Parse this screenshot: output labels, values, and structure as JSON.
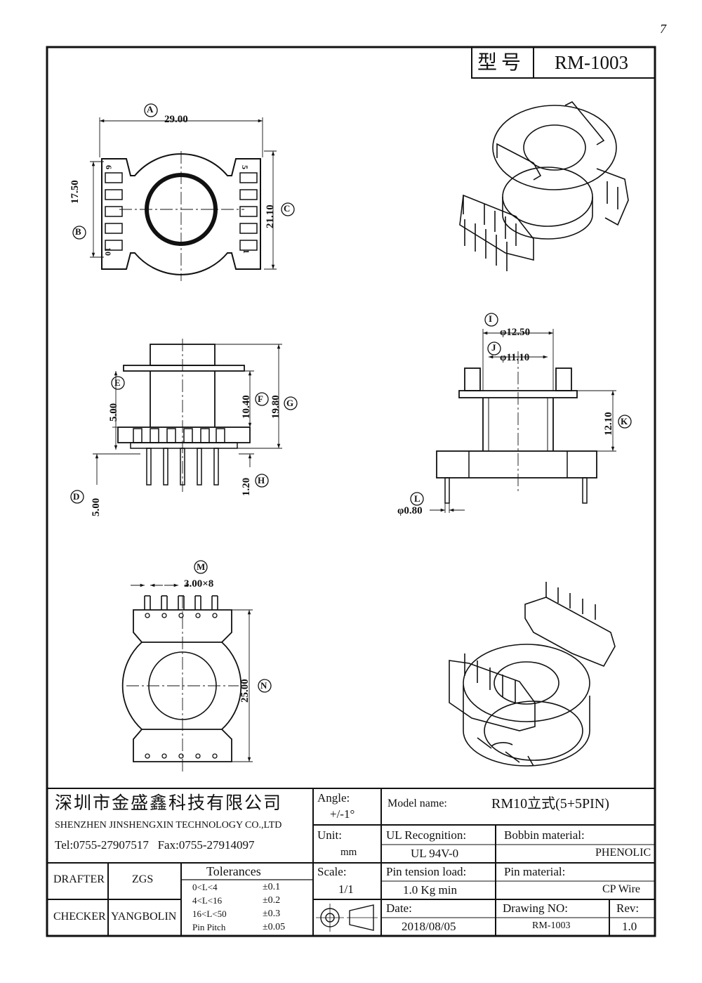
{
  "page_mark": "7",
  "title_block": {
    "model_label": "型号",
    "model_value": "RM-1003"
  },
  "views": {
    "top": {
      "letter_a": "A",
      "letter_b": "B",
      "letter_c": "C",
      "dim_a": "29.00",
      "dim_b": "17.50",
      "dim_c": "21.10",
      "pin_label_left_top": "6",
      "pin_label_right_top": "5",
      "pin_label_left_bottom": "10",
      "pin_label_right_bottom": "1"
    },
    "front": {
      "letter_d": "D",
      "letter_e": "E",
      "letter_f": "F",
      "letter_g": "G",
      "letter_h": "H",
      "dim_d": "5.00",
      "dim_e": "5.00",
      "dim_f": "10.40",
      "dim_g": "19.80",
      "dim_h": "1.20"
    },
    "side": {
      "letter_i": "I",
      "letter_j": "J",
      "letter_k": "K",
      "letter_l": "L",
      "dim_i": "φ12.50",
      "dim_j": "φ11.10",
      "dim_k": "12.10",
      "dim_l": "φ0.80"
    },
    "bottom": {
      "letter_m": "M",
      "letter_n": "N",
      "dim_m": "3.00×8",
      "dim_n": "25.00"
    }
  },
  "info_table": {
    "company_cn": "深圳市金盛鑫科技有限公司",
    "company_en": "SHENZHEN JINSHENGXIN TECHNOLOGY CO.,LTD",
    "contact": "Tel:0755-27907517   Fax:0755-27914097",
    "drafter_label": "DRAFTER",
    "drafter_value": "ZGS",
    "checker_label": "CHECKER",
    "checker_value": "YANGBOLIN",
    "tolerances_title": "Tolerances",
    "tolerances": [
      {
        "range": "0<L<4",
        "value": "±0.1"
      },
      {
        "range": "4<L<16",
        "value": "±0.2"
      },
      {
        "range": "16<L<50",
        "value": "±0.3"
      },
      {
        "range": "Pin Pitch",
        "value": "±0.05"
      }
    ],
    "angle_label": "Angle:",
    "angle_value": "+/-1°",
    "unit_label": "Unit:",
    "unit_value": "mm",
    "scale_label": "Scale:",
    "scale_value": "1/1",
    "model_name_label": "Model name:",
    "model_name_value": "RM10立式(5+5PIN)",
    "ul_label": "UL Recognition:",
    "ul_value": "UL 94V-0",
    "bobbin_label": "Bobbin material:",
    "bobbin_value": "PHENOLIC",
    "pin_tension_label": "Pin tension load:",
    "pin_tension_value": "1.0 Kg min",
    "pin_material_label": "Pin material:",
    "pin_material_value": "CP Wire",
    "date_label": "Date:",
    "date_value": "2018/08/05",
    "drawing_no_label": "Drawing NO:",
    "drawing_no_value": "RM-1003",
    "rev_label": "Rev:",
    "rev_value": "1.0"
  }
}
